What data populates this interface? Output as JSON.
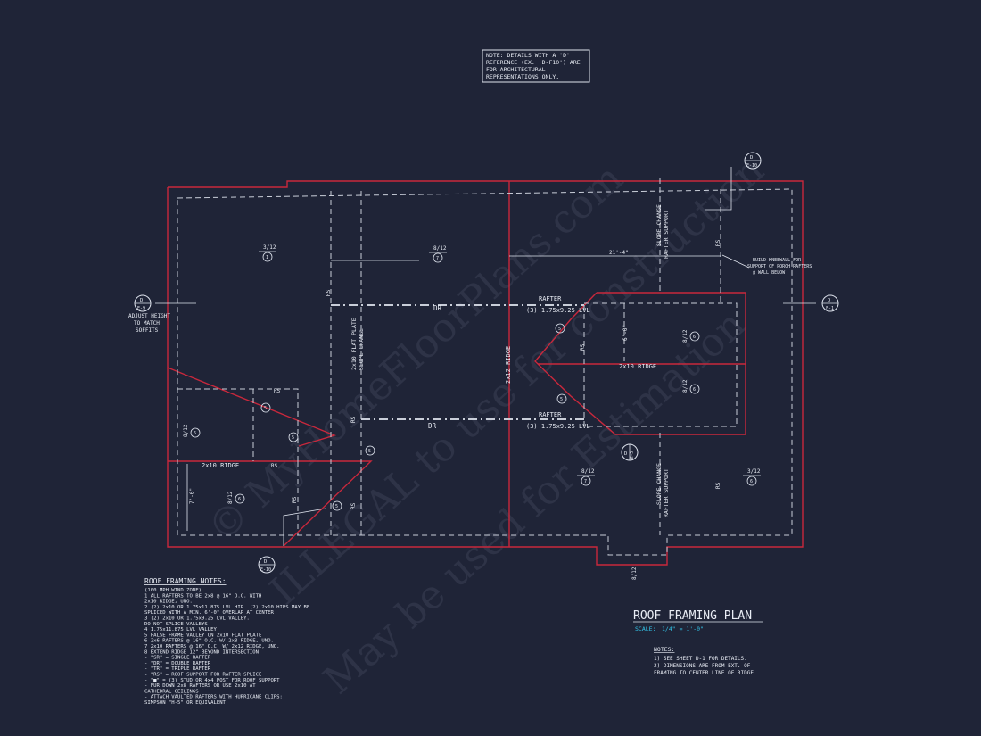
{
  "note_top": {
    "lines": [
      "NOTE: DETAILS WITH A 'D'",
      "REFERENCE (EX. 'D-F10') ARE",
      "FOR ARCHITECTURAL",
      "REPRESENTATIONS ONLY."
    ]
  },
  "watermark": [
    "© MyHomeFloorPlans.com",
    "ILLEGAL to use for construction",
    "May be used for Estimation"
  ],
  "labels": {
    "dr": "DR",
    "rafter": "RAFTER",
    "lvl": "(3) 1.75x9.25 LVL",
    "ridge_2x10": "2x10 RIDGE",
    "ridge_2x12": "2x12 RIDGE",
    "flat_plate": "2x10 FLAT PLATE",
    "slope_change": "SLOPE CHANGE",
    "rafter_support": "RAFTER SUPPORT",
    "rs": "RS",
    "dim_21_4": "21'-4\"",
    "dim_6_0": "6'-0\"",
    "dim_7_6": "7'-6\"",
    "adjust_height": [
      "ADJUST HEIGHT",
      "TO MATCH",
      "SOFFITS"
    ],
    "kneewall": [
      "BUILD KNEEWALL FOR",
      "SUPPORT OF PORCH RAFTERS",
      "@ WALL BELOW"
    ],
    "pitch_3_12": "3/12",
    "pitch_8_12": "8/12",
    "n1": "1",
    "n5": "5",
    "n6": "6",
    "n7": "7"
  },
  "callouts": {
    "d": "D",
    "e9": "E-9",
    "e10": "E-10",
    "f1": "F-1",
    "e5": "E-5"
  },
  "title": {
    "text": "ROOF FRAMING PLAN",
    "scale_label": "SCALE:",
    "scale_value": "1/4\" = 1'-0\""
  },
  "roof_notes": {
    "heading": "ROOF FRAMING NOTES:",
    "lines": [
      "(100 MPH WIND ZONE)",
      "1  ALL RAFTERS TO BE 2x8 @ 16\" O.C. WITH",
      "   2x10 RIDGE, UNO.",
      "2  (2) 2x10 OR 1.75x11.875 LVL HIP. (2) 2x10 HIPS MAY BE",
      "   SPLICED WITH A MIN. 6'-0\" OVERLAP AT CENTER",
      "3  (2) 2x10 OR 1.75x9.25 LVL VALLEY.",
      "   DO NOT SPLICE VALLEYS",
      "4  1.75x11.875 LVL VALLEY",
      "5  FALSE FRAME VALLEY ON 2x10 FLAT PLATE",
      "6  2x6 RAFTERS @ 16\" O.C. W/ 2x8 RIDGE, UNO.",
      "7  2x10 RAFTERS @ 16\" O.C. W/ 2x12 RIDGE, UNO.",
      "8  EXTEND RIDGE 12\" BEYOND INTERSECTION",
      "-  \"SR\" = SINGLE RAFTER",
      "-  \"DR\" = DOUBLE RAFTER",
      "-  \"TR\" = TRIPLE RAFTER",
      "-  \"RS\" = ROOF SUPPORT FOR RAFTER SPLICE",
      "-  \"■\" = (3) STUD OR 4x4 POST FOR ROOF SUPPORT",
      "-  FUR DOWN 2x8 RAFTERS OR USE 2x10 AT",
      "   CATHEDRAL CEILINGS",
      "-  ATTACH VAULTED RAFTERS WITH HURRICANE CLIPS:",
      "   SIMPSON \"H-5\" OR EQUIVALENT"
    ]
  },
  "notes": {
    "heading": "NOTES:",
    "lines": [
      "1) SEE SHEET D-1 FOR DETAILS.",
      "2) DIMENSIONS ARE FROM EXT. OF",
      "   FRAMING TO CENTER LINE OF RIDGE."
    ]
  },
  "colors": {
    "background": "#1f2437",
    "red": "#c8283c",
    "line": "#dfe4ee",
    "cyan": "#33c4e8"
  }
}
